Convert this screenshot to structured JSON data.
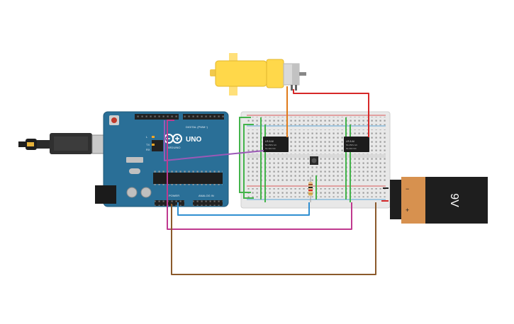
{
  "arduino": {
    "brand": "ARDUINO",
    "model": "UNO",
    "digital_header_label": "DIGITAL (PWM~)",
    "power_header_label": "POWER",
    "analog_header_label": "ANALOG IN",
    "tx_label": "TX",
    "rx_label": "RX",
    "l_label": "L"
  },
  "relays": [
    {
      "id": "relay-1",
      "lines": [
        "LR-5-M",
        "5A 250V AC",
        "5A 30V DC"
      ]
    },
    {
      "id": "relay-2",
      "lines": [
        "LR-5-M",
        "5A 250V AC",
        "5A 30V DC"
      ]
    }
  ],
  "battery": {
    "label": "9V",
    "minus": "−",
    "plus": "+"
  },
  "colors": {
    "arduino_board": "#2a6f97",
    "breadboard": "#e8e8e8",
    "motor_body": "#ffd84a",
    "battery_orange": "#d7914f",
    "battery_black": "#1e1e1e",
    "wire_orange": "#e07b1a",
    "wire_red": "#d62828",
    "wire_purple": "#9b59b6",
    "wire_blue": "#2f8fd1",
    "wire_magenta": "#c0398f",
    "wire_brown": "#8b5a2b",
    "wire_green": "#43b34a"
  }
}
